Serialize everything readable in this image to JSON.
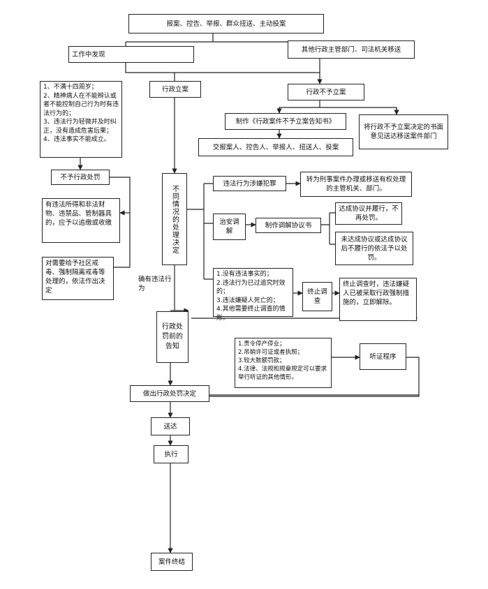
{
  "nodes": {
    "top_sources": "报案、控告、举报、群众扭送、主动投案",
    "found_at_work": "工作中发现",
    "transfer_other": "其他行政主管部门、司法机关移送",
    "admin_filing": "行政立案",
    "no_filing": "行政不予立案",
    "no_penalty_conditions": "1、不满十四周岁；\n2、精神病人在不能辨认或者不能控制自己行为时有违法行为的；\n3、违法行为轻微并及时纠正，没有造成危害后果；\n4、违法事实不能成立。",
    "make_notice": "制作《行政案件不予立案告知书》",
    "hand_over_parties": "交报案人、控告人、举报人、扭送人、投案",
    "forward_decision": "将行政不予立案决定的书面意见送达移送案件部门",
    "no_admin_penalty": "不予行政处罚",
    "different_decisions": "不同情况的处理决定",
    "crime_suspect": "违法行为涉嫌犯罪",
    "transfer_criminal": "转为刑事案件办理或移送有权处理的主管机关、部门。",
    "confiscate": "有违法所得和非法财物、违禁品、管制器具的，应予以追缴或收缴",
    "mediation": "治安调解",
    "make_mediation": "制作调解协议书",
    "agreement_done": "达成协议并履行，不再处罚。",
    "agreement_not_done": "未达成协议或达成协议后不履行的依法予以处罚。",
    "community_rehab": "对需要给予社区戒毒、强制隔离戒毒等处理的，依法作出决定",
    "has_violation": "确有违法行为",
    "termination_conditions": "1.没有违法事实的；\n2.违法行为已过追究时效的；\n3.违法嫌疑人死亡的；\n4.其他需要终止调查的情形。",
    "terminate_investigation": "终止调查",
    "terminate_result": "终止调查时，违法嫌疑人已被采取行政强制措施的，立即解除。",
    "pre_penalty_notice": "行政处罚前的告知",
    "hearing_conditions": "1.责令停产停业；\n2.吊销许可证或者执照；\n3.较大数额罚款；\n4.法律、法规和规章规定可以要求举行听证的其他情形。",
    "hearing": "听证程序",
    "make_decision": "做出行政处罚决定",
    "delivery": "送达",
    "execution": "执行",
    "case_closed": "案件终结"
  }
}
